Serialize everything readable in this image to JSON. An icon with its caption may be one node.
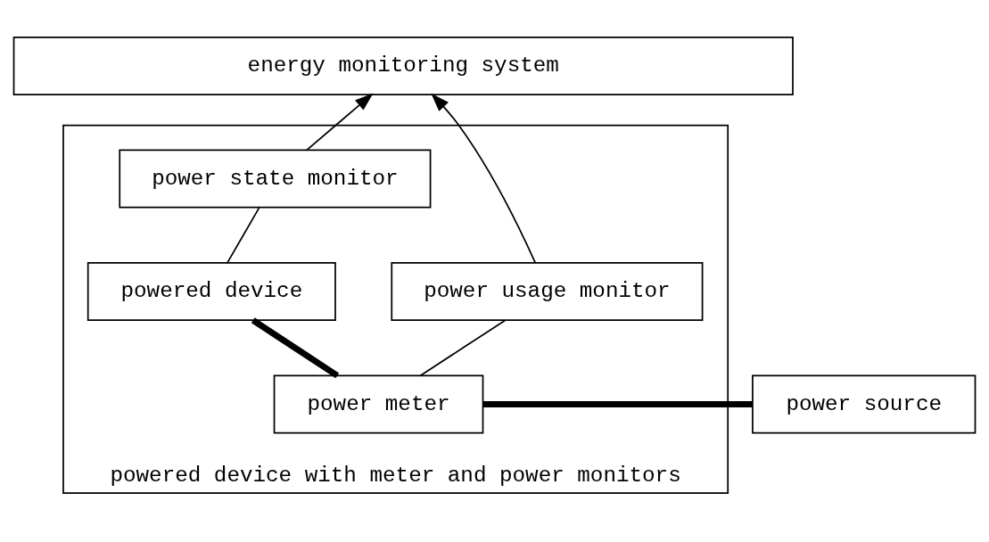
{
  "diagram": {
    "nodes": [
      {
        "text": [
          "energy monitoring system"
        ]
      },
      {
        "text": [
          "powered device with meter and power monitors"
        ]
      },
      {
        "text": [
          "power usage monitor"
        ],
        "in": 1
      },
      {
        "text": [
          "power state monitor"
        ],
        "in": 1
      },
      {
        "text": [
          "power source"
        ]
      },
      {
        "text": [
          "power meter"
        ],
        "in": 1
      },
      {
        "text": [
          "powered device"
        ],
        "in": 1
      }
    ],
    "edges": [
      {
        "from": 2,
        "to": 0,
        "arrow": "to"
      },
      {
        "from": 3,
        "to": 0,
        "arrow": "to"
      },
      {
        "from": 5,
        "to": 2,
        "arrow": "none"
      },
      {
        "from": 6,
        "to": 3,
        "arrow": "none"
      },
      {
        "from": 4,
        "to": 5,
        "arrow": "none",
        "style": "thick"
      },
      {
        "from": 5,
        "to": 6,
        "arrow": "none",
        "style": "thick"
      }
    ]
  }
}
